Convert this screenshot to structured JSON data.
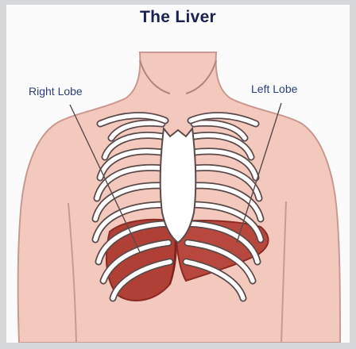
{
  "title": "The Liver",
  "labels": {
    "right_lobe": "Right Lobe",
    "left_lobe": "Left Lobe"
  },
  "colors": {
    "skin": "#f3c9be",
    "skin_outline": "#c9998f",
    "bone": "#ffffff",
    "bone_outline": "#5b4a4a",
    "liver": "#b03f35",
    "liver_shade": "#8d2a24",
    "title": "#1b2150",
    "label": "#2c3f7a"
  }
}
